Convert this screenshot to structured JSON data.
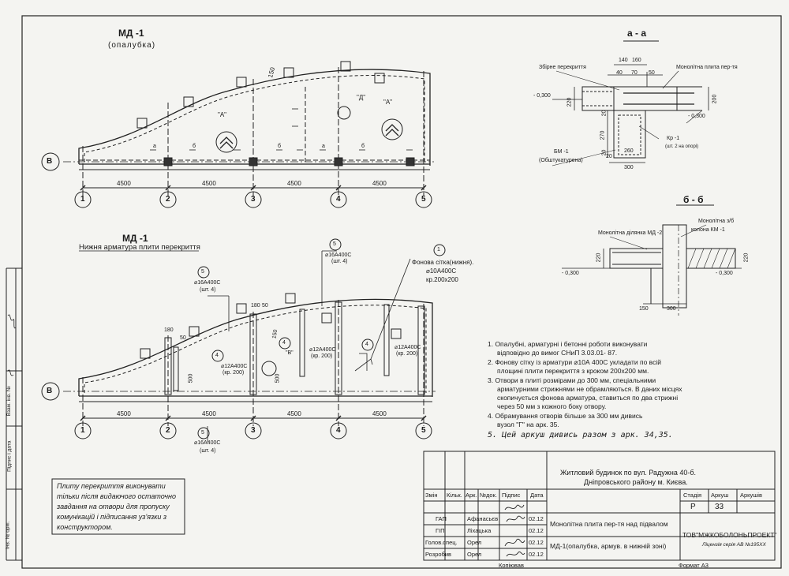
{
  "plan_top": {
    "title": "МД -1",
    "subtitle": "(опалубка)",
    "axis_row": "В",
    "axes": [
      "1",
      "2",
      "3",
      "4",
      "5"
    ],
    "spans": [
      "4500",
      "4500",
      "4500",
      "4500"
    ],
    "callouts": [
      "\"А\"",
      "\"Д\"",
      "\"А\""
    ],
    "dim_150": "150",
    "section_a": "а",
    "section_b": "б"
  },
  "plan_bottom": {
    "title": "МД -1",
    "subtitle": "Нижня  арматура плити перекриття",
    "axis_row": "В",
    "axes": [
      "1",
      "2",
      "3",
      "4",
      "5"
    ],
    "spans": [
      "4500",
      "4500",
      "4500",
      "4500"
    ],
    "leader_5_top": "5",
    "leader_5_top_text": "⌀16А400С",
    "leader_5_top_sub": "(шт. 4)",
    "leader_5_left": "5",
    "leader_5_left_text": "⌀16А400С",
    "leader_5_left_sub": "(шт. 4)",
    "leader_5_bot": "5",
    "leader_5_bot_text": "⌀16А400С",
    "leader_5_bot_sub": "(шт. 4)",
    "leader_1": "1",
    "mesh_title": "Фонова сітка(нижня).",
    "mesh_bar": "⌀10А400С",
    "mesh_step": "кр.200х200",
    "callout_b": "\"В\"",
    "rebar_4": "4",
    "rebar_text": "⌀12А400С",
    "rebar_step": "(кр. 200)",
    "dim_180_a": "180",
    "dim_180_b": "180",
    "dim_50_a": "50",
    "dim_50_b": "50",
    "dim_150": "150",
    "dim_500": "500"
  },
  "section_aa": {
    "title": "а - а",
    "label_precast": "Збірне перекриття",
    "label_mono": "Монолітна плита пер-тя",
    "mark_left": "- 0,300",
    "mark_right": "- 0,300",
    "dims_top": [
      "140",
      "160"
    ],
    "dims_mid": [
      "40",
      "70",
      "50"
    ],
    "dim_220": "220",
    "dim_200": "200",
    "dim_20a": "20",
    "dim_270": "270",
    "dim_20b": "20",
    "dim_260": "260",
    "dim_20c": "20",
    "dim_300": "300",
    "beam": "БМ -1",
    "beam_note": "(Обштукатурена)",
    "kr": "Кр -1",
    "kr_note": "(шт. 2 на опорі)"
  },
  "section_bb": {
    "title": "б - б",
    "label_column": "Монолітна з/б",
    "label_column2": "колона КМ -1",
    "label_area": "Монолітна ділянка  МД -2",
    "mark_left": "- 0,300",
    "mark_right": "- 0,300",
    "dim_220": "220",
    "dim_150": "150",
    "dim_300": "300"
  },
  "notes": [
    "1.   Опалубні, арматурні  і бетонні роботи виконувати",
    "відповідно до вимог СНиП 3.03.01- 87.",
    "2.   Фонову сітку із арматури ⌀10А 400С укладати по всій",
    "площині плити перекриття з кроком 200х200 мм.",
    "3.   Отвори в плиті розмірами до 300 мм, спеціальними",
    "арматурними стрижнями не обрамляються. В даних місцях",
    "скопичується фонова арматура, ставиться по два стрижні",
    "через 50 мм з кожного боку отвору.",
    "4.   Обрамування отворів більше за 300 мм дивись",
    "вузол \"Г\" на арк.  35."
  ],
  "note_handwritten": "5. Цей аркуш дивись разом з арк. 34,35.",
  "side_note": [
    "Плиту перекриття виконувати",
    "тільки після видаючого остаточно",
    "завдання на отвори для пропуску",
    "комунікацій  і підписання уз'язки з",
    "конструктором."
  ],
  "left_strip": [
    "Інв. № ориг.",
    "Підпис і дата",
    "Взам. інв. №"
  ],
  "title_block": {
    "project": "Житловий будинок по вул. Радужна 40-б.",
    "project2": "Дніпровського району  м. Києва.",
    "headers": [
      "Змін",
      "Кільк.",
      "Арк.",
      "№док.",
      "Підпис",
      "Дата"
    ],
    "rows": [
      {
        "role": "ГАП",
        "name": "Афанасьєв",
        "date": "02.12"
      },
      {
        "role": "ГІП",
        "name": "Ліхацька",
        "date": "02.12"
      },
      {
        "role": "Голов.спец.",
        "name": "Орел",
        "date": "02.12"
      },
      {
        "role": "Розробив",
        "name": "Орел",
        "date": "02.12"
      }
    ],
    "sheet_title": "Монолітна плита пер-тя над підвалом",
    "sheet_title2": "МД-1(опалубка, армув. в нижній зоні)",
    "stage_h": "Стадія",
    "sheet_h": "Аркуш",
    "sheets_h": "Аркушів",
    "stage": "Р",
    "sheet": "33",
    "company": "ТОВ\"МЖКОБОЛОНЬПРОЕКТ\"",
    "license": "Ліцензія серія АВ №195XX",
    "copied": "Копіював",
    "format": "Формат А3"
  }
}
